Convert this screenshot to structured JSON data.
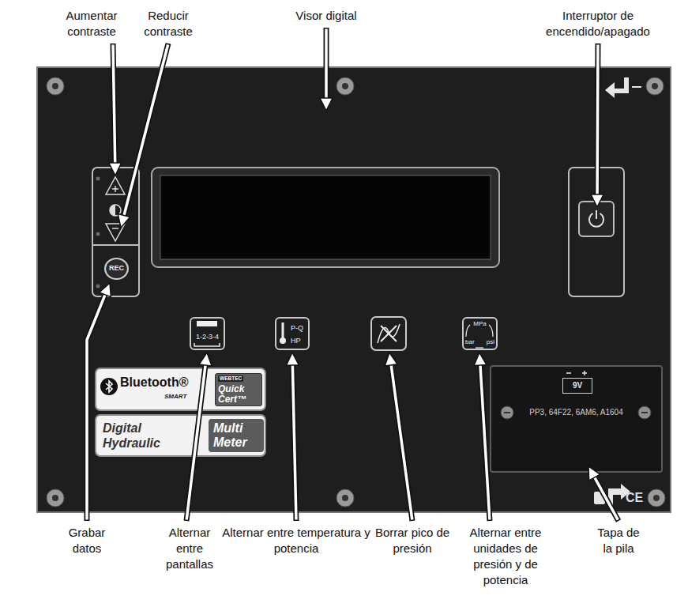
{
  "diagram": {
    "nodes": [
      {
        "text": [
          "REC"
        ]
      },
      {
        "text": [
          "1-2-3-4"
        ]
      },
      {
        "text": [
          "P-Q",
          "HP"
        ]
      },
      {
        "text": [
          "MPa",
          "bar",
          "psi"
        ]
      },
      {
        "text": [
          "PP3, 64F22, 6AM6, A1604"
        ]
      },
      {
        "text": [
          "9V"
        ],
        "in": 4
      },
      {
        "text": [
          "Bluetooth®",
          "SMART"
        ]
      },
      {
        "text": [
          "WEBTEC",
          "Quick Cert™"
        ],
        "in": 6
      },
      {
        "text": [
          "Digital Hydraulic"
        ]
      },
      {
        "text": [
          "Multi Meter"
        ],
        "in": 8
      }
    ],
    "labels": [
      "Aumentar contraste",
      "Reducir contraste",
      "Visor digital",
      "Interruptor de encendido/apagado",
      "CE",
      "Grabar datos",
      "Alternar entre pantallas",
      "Alternar entre temperatura y potencia",
      "Borrar pico de presión",
      "Alternar entre unidades de presión y de potencia",
      "Tapa de la pila"
    ]
  }
}
